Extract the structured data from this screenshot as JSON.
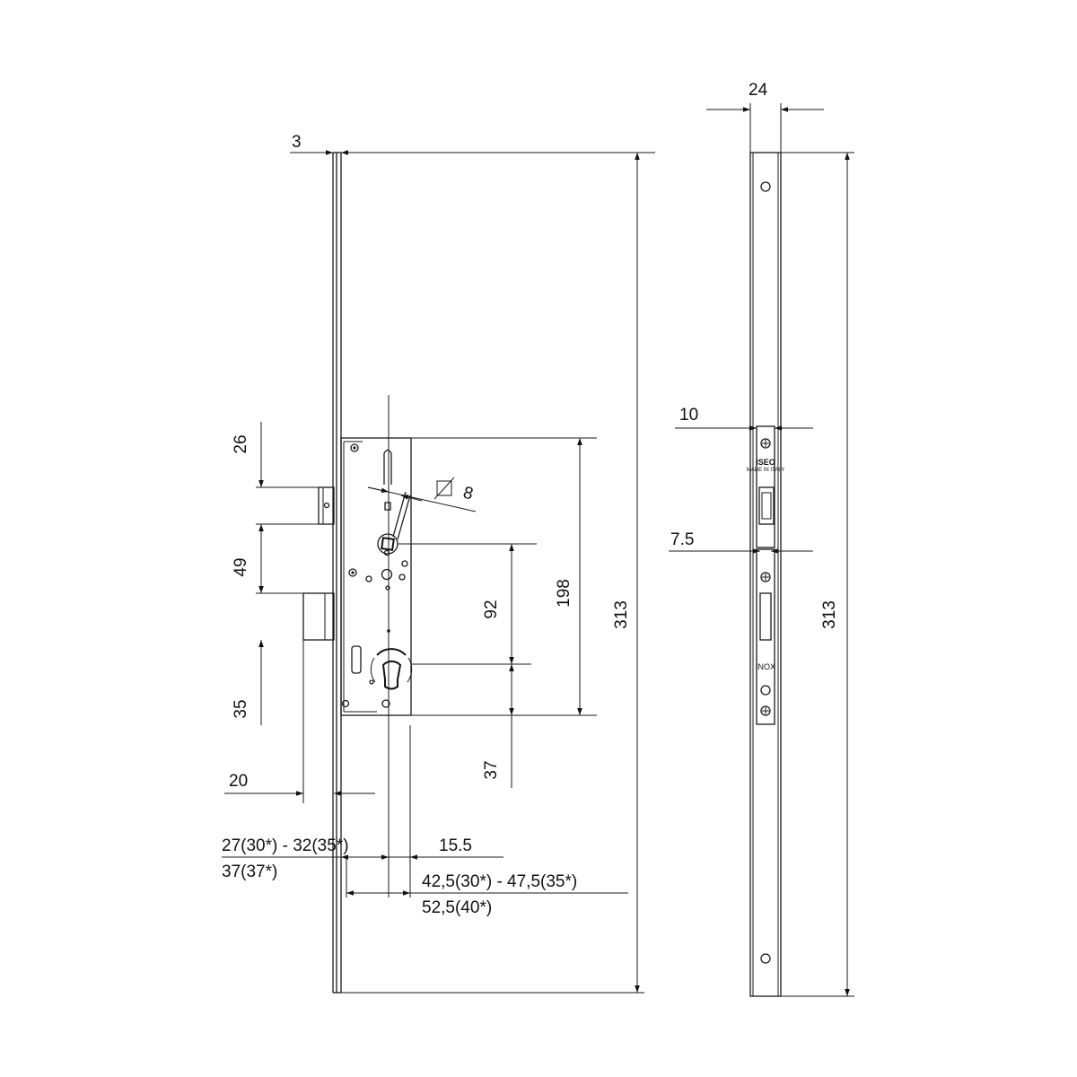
{
  "front_view": {
    "dims": {
      "faceplate_thickness": "3",
      "overall_height": "313",
      "latch_offset": "26",
      "latch_to_bolt": "49",
      "bolt_height": "35",
      "bolt_projection": "20",
      "follower_to_cylinder": "92",
      "case_height": "198",
      "cylinder_to_bottom": "37",
      "spindle_square": "8",
      "backset_top_line1": "27(30*) - 32(35*)",
      "backset_top_line2": "37(37*)",
      "backset_cyl": "15.5",
      "backset_bottom_line1": "42,5(30*) - 47,5(35*)",
      "backset_bottom_line2": "52,5(40*)"
    }
  },
  "side_view": {
    "dims": {
      "faceplate_width": "24",
      "overall_height": "313",
      "latch_width": "10",
      "bolt_width": "7.5"
    },
    "labels": {
      "brand": "ISEO",
      "origin": "MADE IN ITALY",
      "material": "INOX"
    }
  }
}
